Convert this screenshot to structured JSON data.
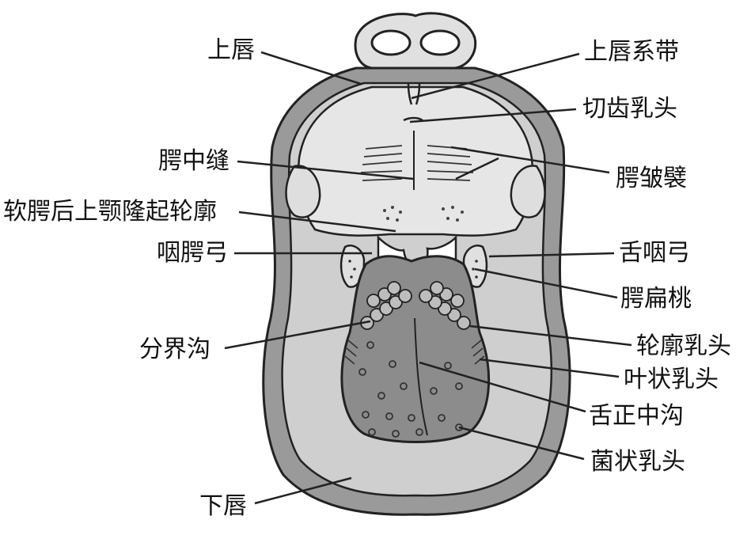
{
  "labels": {
    "upper_lip": "上唇",
    "upper_lip_frenulum": "上唇系带",
    "incisive_papilla": "切齿乳头",
    "palatine_raphe": "腭中缝",
    "palatine_rugae": "腭皱襞",
    "soft_palate_outline": "软腭后上颚隆起轮廓",
    "palatopharyngeal_arch": "咽腭弓",
    "palatoglossal_arch": "舌咽弓",
    "palatine_tonsil": "腭扁桃",
    "sulcus_terminalis": "分界沟",
    "circumvallate_papillae": "轮廓乳头",
    "foliate_papillae": "叶状乳头",
    "median_sulcus": "舌正中沟",
    "fungiform_papillae": "菌状乳头",
    "lower_lip": "下唇"
  },
  "colors": {
    "lip": "#9a9a9a",
    "inner_mucosa": "#cfcfcf",
    "palate": "#e6e6e6",
    "tongue": "#8c8c8c",
    "outline": "#222222",
    "leader_line": "#222222"
  }
}
